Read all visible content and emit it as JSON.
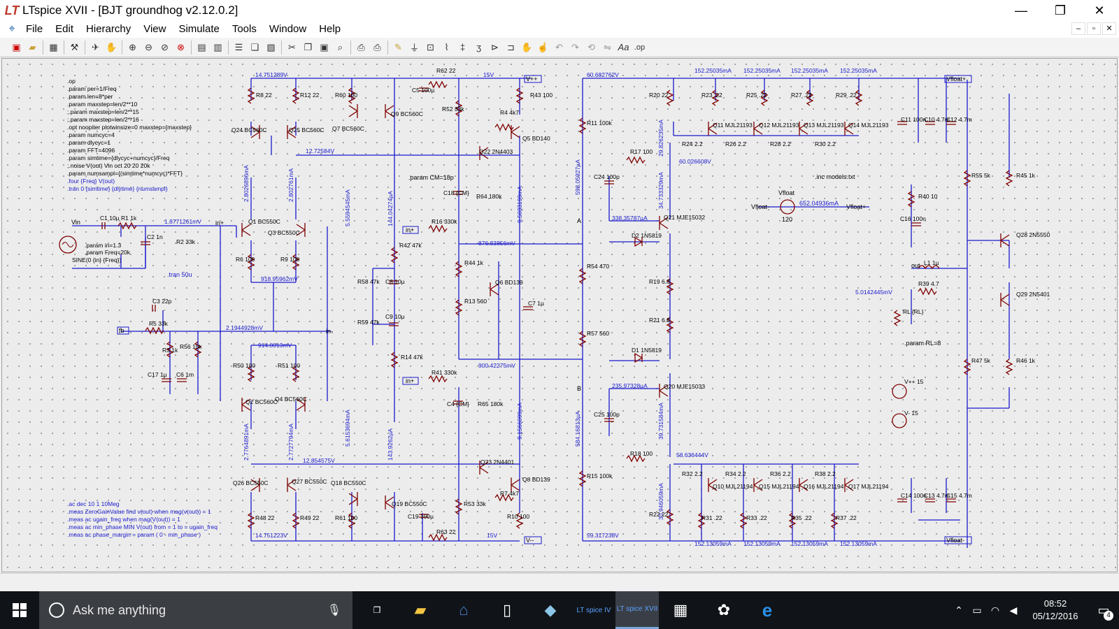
{
  "window": {
    "title": "LTspice XVII - [BJT groundhog v2.12.0.2]",
    "app_icon_glyph": "LT",
    "minimize": "—",
    "maximize": "❐",
    "close": "✕"
  },
  "menu": {
    "items": [
      "File",
      "Edit",
      "Hierarchy",
      "View",
      "Simulate",
      "Tools",
      "Window",
      "Help"
    ],
    "mdi_minimize": "–",
    "mdi_restore": "▫",
    "mdi_close": "✕"
  },
  "toolbar": {
    "icons": [
      "new-schematic-icon",
      "open-icon",
      "save-icon",
      "control-panel-icon",
      "run-icon",
      "halt-icon",
      "zoom-in-icon",
      "zoom-out-icon",
      "zoom-area-icon",
      "zoom-cancel-icon",
      "autorange-icon",
      "tile-icon",
      "cascade-icon",
      "close-window-icon",
      "cut-icon",
      "copy-icon",
      "paste-icon",
      "find-icon",
      "print-setup-icon",
      "print-icon",
      "draw-wire-icon",
      "ground-icon",
      "label-net-icon",
      "resistor-icon",
      "capacitor-icon",
      "inductor-icon",
      "diode-icon",
      "component-icon",
      "move-icon",
      "drag-icon",
      "undo-icon",
      "redo-icon",
      "rotate-icon",
      "mirror-icon",
      "text-icon",
      "spice-directive-icon"
    ]
  },
  "schematic": {
    "directives_top": [
      ".op",
      ".param per=1/Freq",
      ".param len=8*per",
      ".param maxstep=len/2**10",
      ";.param maxstep=len/2**15",
      ";.param maxstep=len/2**16",
      ".opt noopiter plotwinsize=0 maxstep={maxstep}",
      ".param numcyc=4",
      ".param dlycyc=1",
      ".param FFT=4096",
      ".param simtime={dlycyc+numcyc}/Freq",
      ";.noise V(out) Vin oct 20 20 20k",
      ".param numsampl={(simtime*numcyc)*FFT}",
      ".four {Freq} V(out)",
      ".tran 0 {simtime} {dlytime} {numsampl}"
    ],
    "directives_bottom": [
      ".ac dec 10 1 10Meg",
      ".meas ZeroGainValue find v(out) when mag(v(out)) = 1",
      ".meas ac ugain_freq when mag(V(out)) = 1",
      ".meas ac min_phase MIN V(out) from = 1 to = ugain_freq",
      ".meas ac phase_margin = param ( 0 - min_phase )"
    ],
    "source_params": [
      ".param in=1.3",
      ".param Freq=20k",
      "SINE(0 {in} {Freq})"
    ],
    "tran_note": ".tran 50u",
    "inc_models": ".inc models.txt",
    "param_cm": ".param CM=18p",
    "param_rl": ".param RL=8",
    "vfloat_name": "Vfloat",
    "vfloat_val": "120",
    "vfloat_current": "652.04936mA",
    "net_labels": [
      "V++",
      "V--",
      "Vfloat+",
      "Vfloat-",
      "in+",
      "in-",
      "fb",
      "out",
      "A",
      "B",
      "Vin"
    ],
    "voltages": [
      "14.751289V",
      "15V",
      "60.682762V",
      "12.72584V",
      "1.8771261mV",
      "918.95962mV",
      "2.1944928mV",
      "914.8013mV",
      "876.83856mV",
      "900.42275mV",
      "12.854575V",
      "14.751223V",
      "15V",
      "59.317238V",
      "60.026608V",
      "58.636444V",
      "5.0142445mV"
    ],
    "currents": [
      "152.25035mA",
      "2.8026896mA",
      "2.802761mA",
      "5.5594545mA",
      "144.04274µA",
      "9.5033199mA",
      "598.05927µA",
      "29.826235mA",
      "34.733329mA",
      "338.35787µA",
      "235.97328µA",
      "39.731584mA",
      "30.946059mA",
      "584.16813µA",
      "2.7764891mA",
      "2.7727794mA",
      "5.6153694mA",
      "143.9262µA",
      "9.1566099mA",
      "152.13059mA"
    ],
    "components": [
      "R8 22",
      "R12 22",
      "R60 100",
      "R62 22",
      "C5 100µ",
      "R52 33k",
      "R4 4k7",
      "R43 100",
      "Q24 BC560C",
      "Q25 BC560C",
      "Q7 BC560C",
      "Q9 BC560C",
      "Q22 2N4403",
      "Q5 BD140",
      "Q1 BC550C",
      "Q3 BC550C",
      "R6 100",
      "R9 100",
      "R42 47k",
      "C18 {CM}",
      "R64 180k",
      "R16 330k",
      "R44 1k",
      "Q6 BD139",
      "R13 560",
      "C7 1µ",
      "R58 47k",
      "C8 10µ",
      "R59 47k",
      "C9 10µ",
      "R14 47k",
      "R41 330k",
      "C4 {CM}",
      "R65 180k",
      "C1 10µ",
      "R1 1k",
      "C2 1n",
      "R2 33k",
      "C3 22p",
      "R5 33k",
      "R3 1k",
      "R56 10k",
      "C17 1µ",
      "C6 1m",
      "R50 100",
      "R51 100",
      "Q2 BC560C",
      "Q4 BC560C",
      "Q26 BC550C",
      "Q27 BC550C",
      "Q18 BC550C",
      "Q19 BC550C",
      "R48 22",
      "R49 22",
      "R61 100",
      "C19 100µ",
      "R63 22",
      "R53 33k",
      "R7 4k7",
      "R10 100",
      "Q23 2N4401",
      "Q8 BD139",
      "R11 100k",
      "R17 100",
      "C24 100p",
      "R54 470",
      "R57 560",
      "C25 100p",
      "R15 100k",
      "R18 100",
      "R20 22",
      "R23 .22",
      "R25 .22",
      "R27 .22",
      "R29 .22",
      "Q11 MJL21193",
      "Q12 MJL21193",
      "Q13 MJL21193",
      "Q14 MJL21193",
      "R24 2.2",
      "R26 2.2",
      "R28 2.2",
      "R30 2.2",
      "Q21 MJE15032",
      "D2 1N5819",
      "R19 6.8",
      "R21 6.8",
      "D1 1N5819",
      "Q20 MJE15033",
      "R22 22",
      "R31 .22",
      "R33 .22",
      "R35 .22",
      "R37 .22",
      "R32 2.2",
      "R34 2.2",
      "R36 2.2",
      "R38 2.2",
      "Q10 MJL21194",
      "Q15 MJL21194",
      "Q16 MJL21194",
      "Q17 MJL21194",
      "C11 100n",
      "C10 4.7m",
      "C12 4.7m",
      "R40 10",
      "C16 100n",
      "L1 1µ",
      "R39 4.7",
      "RL {RL}",
      "C14 100n",
      "C13 4.7m",
      "C15 4.7m",
      "R55 5k",
      "R45 1k",
      "Q28 2N5550",
      "Q29 2N5401",
      "R47 5k",
      "R46 1k",
      "V++ 15",
      "V- 15"
    ]
  },
  "taskbar": {
    "search_placeholder": "Ask me anything",
    "apps": [
      "file-explorer",
      "library",
      "documents",
      "hdd",
      "ltspice-iv",
      "ltspice-xvii",
      "calculator",
      "paint",
      "edge"
    ],
    "app_labels": {
      "ltspice4": "LT spice IV",
      "ltspice17": "LT spice XVII"
    },
    "time": "08:52",
    "date": "05/12/2016",
    "notifications": "4"
  },
  "colors": {
    "wire": "#1a1acd",
    "component": "#7f0000",
    "grid_bg": "#ececec",
    "text": "#000000",
    "taskbar": "#101418"
  }
}
